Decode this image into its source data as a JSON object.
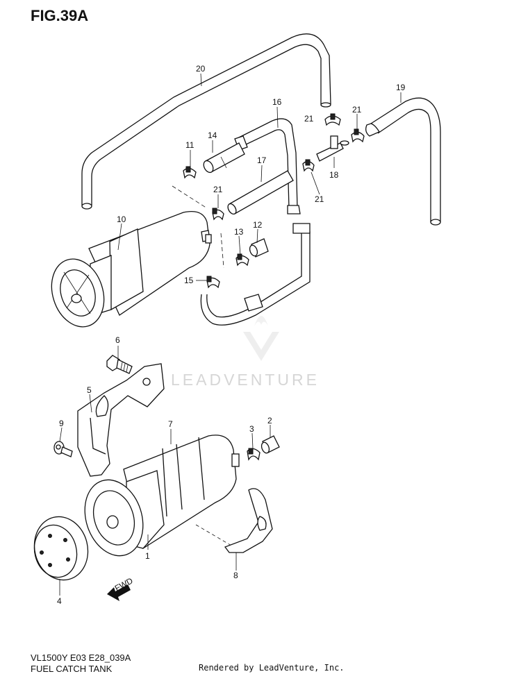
{
  "figure": {
    "title": "FIG.39A"
  },
  "footer": {
    "model_code": "VL1500Y E03 E28_039A",
    "caption": "FUEL CATCH TANK",
    "credit": "Rendered by LeadVenture, Inc."
  },
  "watermark": {
    "text": "LEADVENTURE"
  },
  "arrow_label": "FWD",
  "callouts": {
    "c1": "1",
    "c2": "2",
    "c3": "3",
    "c4": "4",
    "c5": "5",
    "c6": "6",
    "c7": "7",
    "c8": "8",
    "c9": "9",
    "c10": "10",
    "c11": "11",
    "c12": "12",
    "c13": "13",
    "c14": "14",
    "c15": "15",
    "c16": "16",
    "c17": "17",
    "c18": "18",
    "c19": "19",
    "c20": "20",
    "c21a": "21",
    "c21b": "21",
    "c21c": "21",
    "c21d": "21"
  }
}
